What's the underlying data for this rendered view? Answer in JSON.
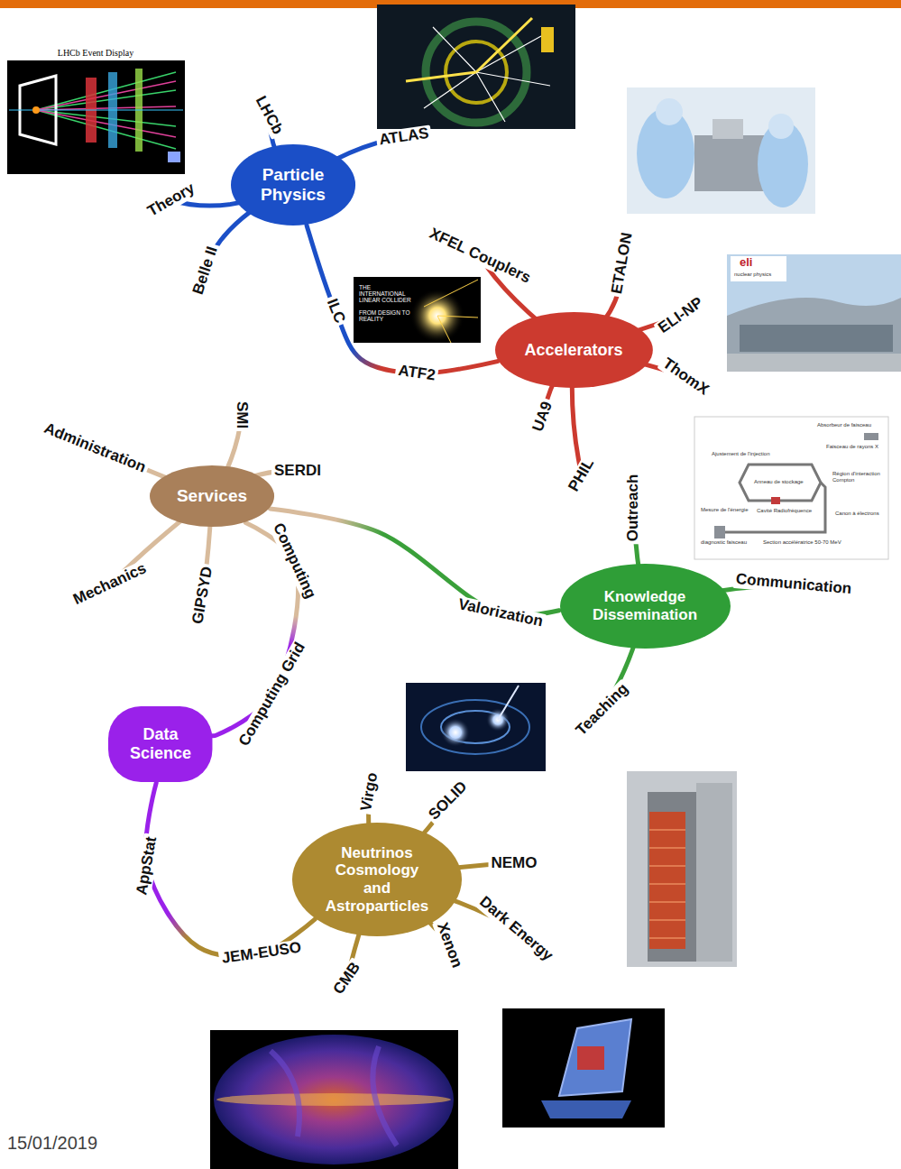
{
  "diagram": {
    "nodes": [
      {
        "text": [
          "Particle Physics"
        ]
      },
      {
        "text": [
          "Accelerators"
        ]
      },
      {
        "text": [
          "Services"
        ]
      },
      {
        "text": [
          "Knowledge Dissemination"
        ]
      },
      {
        "text": [
          "Data Science"
        ]
      },
      {
        "text": [
          "Neutrinos Cosmology and Astroparticles"
        ]
      }
    ],
    "edges": [
      {
        "from": 0,
        "to": 1,
        "arrow": "none"
      },
      {
        "from": 2,
        "to": 3,
        "arrow": "none"
      },
      {
        "from": 2,
        "to": 4,
        "arrow": "none"
      },
      {
        "from": 4,
        "to": 5,
        "arrow": "none"
      }
    ],
    "labels": [
      "LHCb Event Display",
      "LHCb",
      "ATLAS",
      "Theory",
      "Belle II",
      "ILC",
      "THE INTERNATIONAL LINEAR COLLIDER",
      "FROM DESIGN TO REALITY",
      "XFEL Couplers",
      "ETALON",
      "ELI-NP",
      "eli",
      "nuclear physics",
      "ThomX",
      "ATF2",
      "UA9",
      "PHIL",
      "SMI",
      "Administration",
      "SERDI",
      "Computing",
      "Mechanics",
      "GIPSYD",
      "Absorbeur de faisceau",
      "Ajustement de l'injection",
      "Faisceau de rayons X",
      "Anneau de stockage",
      "Région d'interaction Compton",
      "Mesure de l'énergie",
      "Cavité Radiofréquence",
      "Canon à électrons",
      "diagnostic faisceau",
      "Section accélératrice 50-70 MeV",
      "Outreach",
      "Communication",
      "Valorization",
      "Teaching",
      "Computing Grid",
      "AppStat",
      "Virgo",
      "SOLID",
      "NEMO",
      "Dark Energy",
      "Xenon",
      "CMB",
      "JEM-EUSO",
      "15/01/2019"
    ]
  }
}
